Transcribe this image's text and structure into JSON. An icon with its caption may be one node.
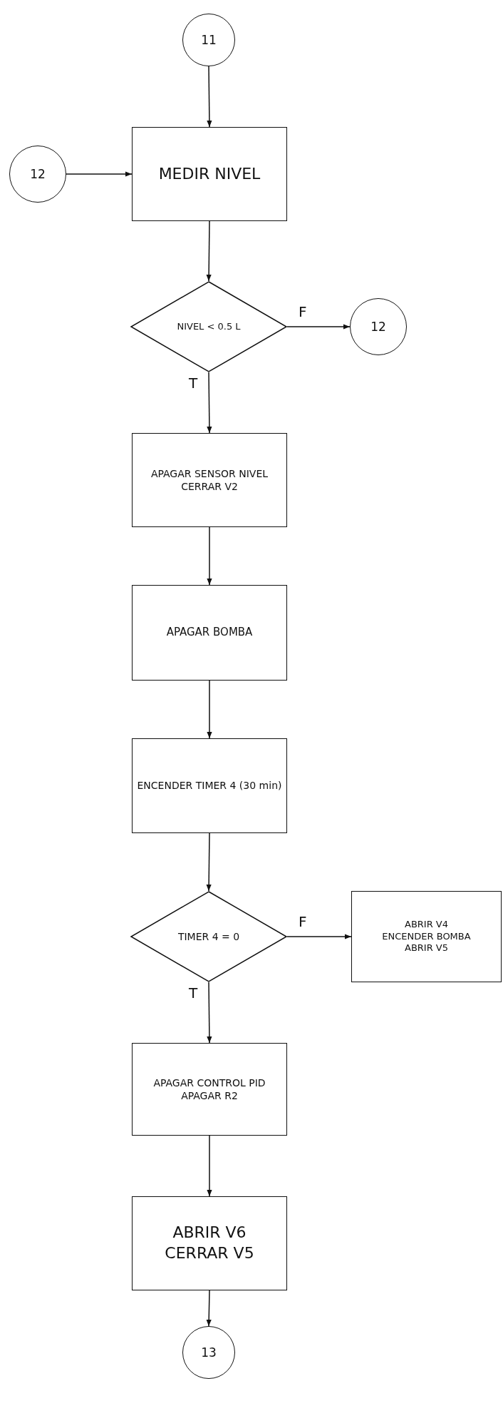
{
  "diagram": {
    "nodes": [
      {
        "text": [
          "11"
        ]
      },
      {
        "text": [
          "12"
        ]
      },
      {
        "text": [
          "MEDIR NIVEL"
        ]
      },
      {
        "text": [
          "NIVEL < 0.5 L"
        ]
      },
      {
        "text": [
          "12"
        ]
      },
      {
        "text": [
          "APAGAR SENSOR NIVEL",
          "CERRAR V2"
        ]
      },
      {
        "text": [
          "APAGAR BOMBA"
        ]
      },
      {
        "text": [
          "ENCENDER TIMER 4 (30 min)"
        ]
      },
      {
        "text": [
          "TIMER 4 = 0"
        ]
      },
      {
        "text": [
          "ABRIR V4",
          "ENCENDER BOMBA",
          "ABRIR V5"
        ]
      },
      {
        "text": [
          "APAGAR CONTROL PID",
          "APAGAR R2"
        ]
      },
      {
        "text": [
          "ABRIR V6",
          "CERRAR V5"
        ]
      },
      {
        "text": [
          "13"
        ]
      }
    ],
    "edges": [
      {
        "from": 0,
        "to": 2,
        "arrow": "to"
      },
      {
        "from": 1,
        "to": 2,
        "arrow": "to"
      },
      {
        "from": 2,
        "to": 3,
        "arrow": "to"
      },
      {
        "from": 3,
        "to": 4,
        "arrow": "to",
        "label": "F"
      },
      {
        "from": 3,
        "to": 5,
        "arrow": "to",
        "label": "T"
      },
      {
        "from": 5,
        "to": 6,
        "arrow": "to"
      },
      {
        "from": 6,
        "to": 7,
        "arrow": "to"
      },
      {
        "from": 7,
        "to": 8,
        "arrow": "to"
      },
      {
        "from": 8,
        "to": 9,
        "arrow": "to",
        "label": "F"
      },
      {
        "from": 8,
        "to": 10,
        "arrow": "to",
        "label": "T"
      },
      {
        "from": 10,
        "to": 11,
        "arrow": "to"
      },
      {
        "from": 11,
        "to": 12,
        "arrow": "to"
      }
    ]
  }
}
